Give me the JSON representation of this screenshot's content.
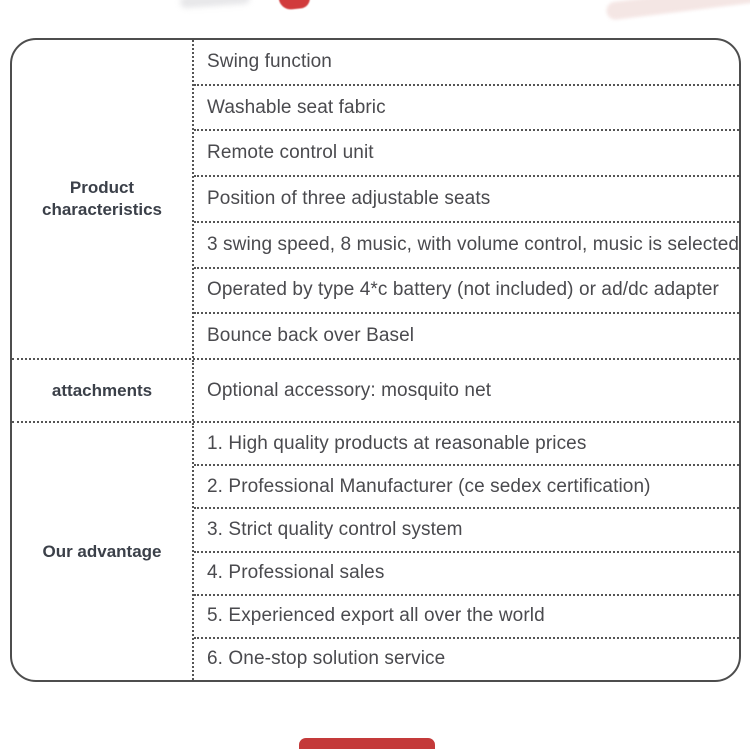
{
  "table": {
    "sections": [
      {
        "label": "Product characteristics",
        "rows": [
          "Swing function",
          "Washable seat fabric",
          "Remote control unit",
          "Position of three adjustable seats",
          "3 swing speed, 8 music, with volume control, music is selected",
          "Operated by type 4*c battery (not included) or ad/dc adapter",
          "Bounce back over Basel"
        ]
      },
      {
        "label": "attachments",
        "rows": [
          "Optional accessory: mosquito net"
        ]
      },
      {
        "label": "Our advantage",
        "rows": [
          "1. High quality products at reasonable prices",
          "2. Professional Manufacturer (ce sedex certification)",
          "3. Strict quality control system",
          "4. Professional sales",
          "5. Experienced export all over the world",
          "6. One-stop solution service"
        ]
      }
    ]
  },
  "decor": {
    "top_blob_color": "#d13b3c",
    "top_streak_color": "#f3e2e0",
    "bottom_bar_color": "#c43a3a"
  },
  "colors": {
    "border": "#4d4d4d",
    "divider": "#555555",
    "row_text": "#4a4a4e",
    "header_text": "#3b4049"
  }
}
